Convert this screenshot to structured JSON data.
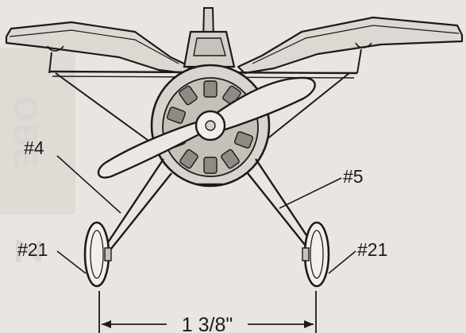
{
  "callouts": {
    "left_strut": "#4",
    "right_strut": "#5",
    "left_wheel": "#21",
    "right_wheel": "#21"
  },
  "dimension": {
    "label": "1 3/8\""
  },
  "colors": {
    "ink": "#1b1b1b",
    "paper": "#e9e6e1",
    "wing_fill": "#dcd8d2",
    "ghost_print": "#cfcac4"
  }
}
